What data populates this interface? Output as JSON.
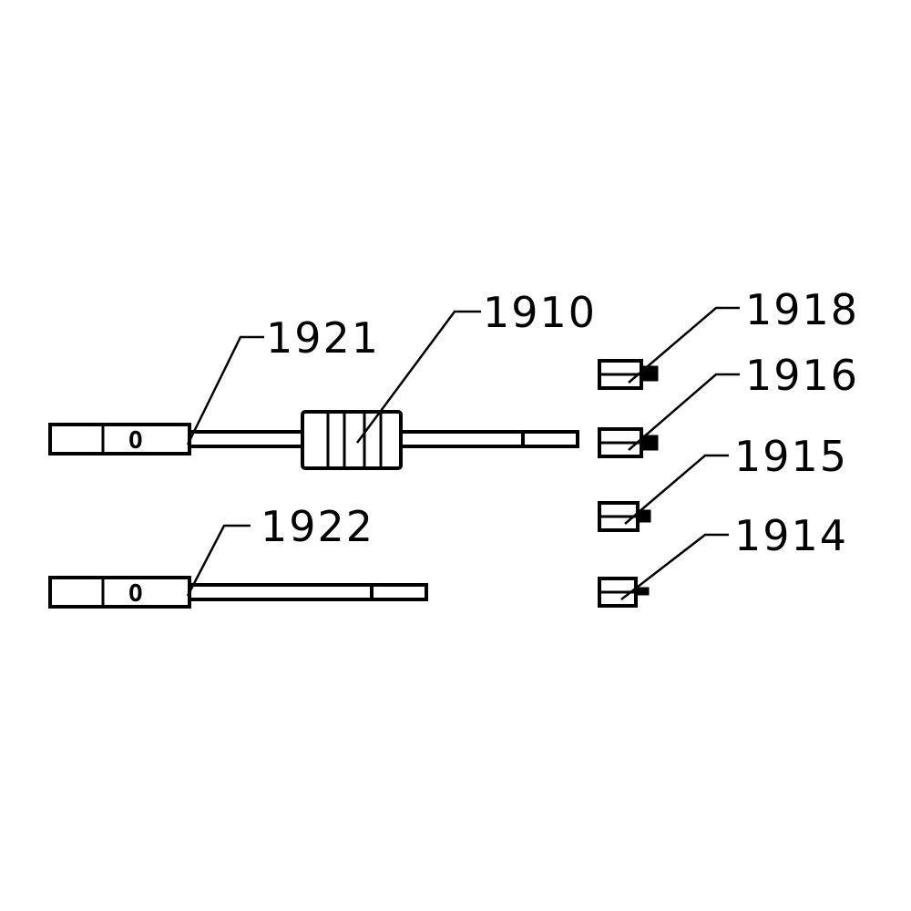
{
  "diagram": {
    "colors": {
      "stroke": "#000000",
      "background": "#ffffff"
    },
    "labels": {
      "rod_1921": "1921",
      "weight_1910": "1910",
      "rod_1922": "1922",
      "bit_1918": "1918",
      "bit_1916": "1916",
      "bit_1915": "1915",
      "bit_1914": "1914"
    },
    "handle_marks": {
      "rod_1921": "O",
      "rod_1922": "O"
    }
  }
}
